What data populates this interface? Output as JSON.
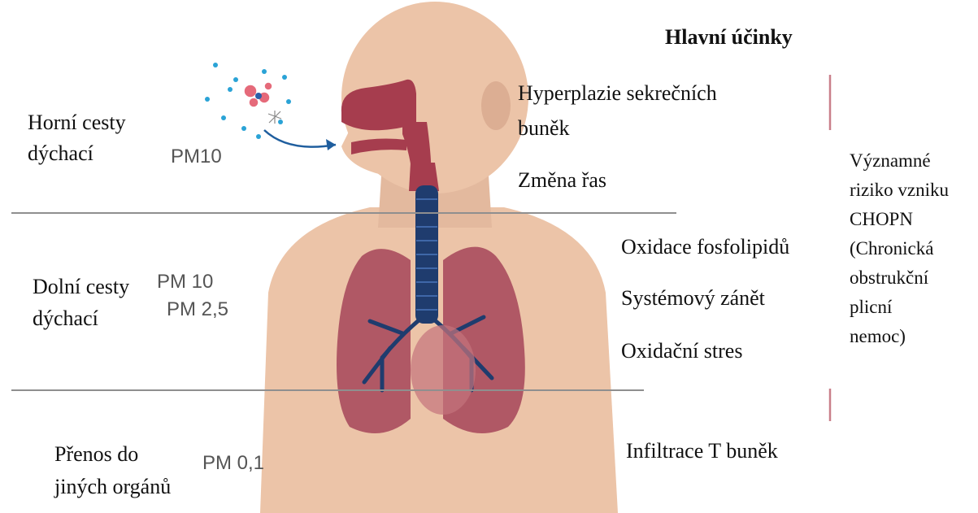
{
  "title": "Hlavní účinky",
  "zones": [
    {
      "label_line1": "Horní cesty",
      "label_line2": "dýchací",
      "pm": [
        "PM10"
      ]
    },
    {
      "label_line1": "Dolní cesty",
      "label_line2": "dýchací",
      "pm": [
        "PM 10",
        "PM 2,5"
      ]
    },
    {
      "label_line1": "Přenos do",
      "label_line2": "jiných orgánů",
      "pm": [
        "PM 0,1"
      ]
    }
  ],
  "effects": {
    "upper": [
      "Hyperplazie sekrečních",
      "buněk",
      "Změna řas"
    ],
    "lower": [
      "Oxidace fosfolipidů",
      "Systémový zánět",
      "Oxidační stres"
    ],
    "transfer": [
      "Infiltrace T buněk"
    ]
  },
  "side_note": [
    "Významné",
    "riziko vzniku",
    "CHOPN",
    "(Chronická",
    "obstrukční",
    "plicní",
    "nemoc)"
  ],
  "colors": {
    "skin": "#ecc4a8",
    "skin_dark": "#dcae93",
    "airway": "#a63d4e",
    "trachea": "#1f3c6e",
    "lung": "#b05865",
    "lung_light": "#c5747c",
    "particle_blue": "#2aa3d6",
    "particle_red": "#e56a7a",
    "bracket": "#c97f8a",
    "divider": "#8f8f8f"
  }
}
